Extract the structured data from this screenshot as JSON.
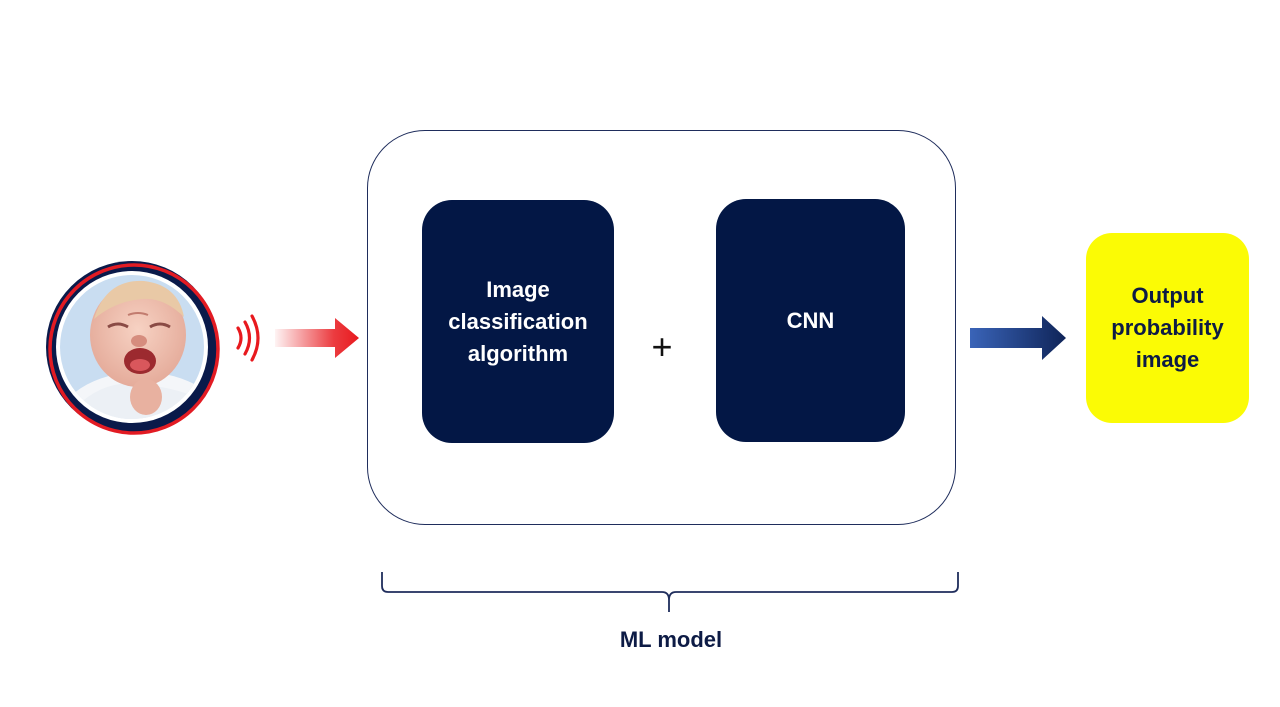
{
  "diagram": {
    "input": {
      "image": "crying-baby-photo",
      "signal_icon": "sound-waves-icon"
    },
    "ml_model": {
      "component_1": "Image classification algorithm",
      "operator": "+",
      "component_2": "CNN",
      "label": "ML model"
    },
    "output": {
      "label": "Output probability image"
    },
    "colors": {
      "navy": "#031745",
      "outline": "#1f2d5c",
      "input_arrow": "#e8191e",
      "output_arrow": "#1f3d82",
      "output_box": "#fbfb05",
      "photo_ring_red": "#e21b23",
      "photo_ring_navy": "#0a1a4a"
    }
  }
}
